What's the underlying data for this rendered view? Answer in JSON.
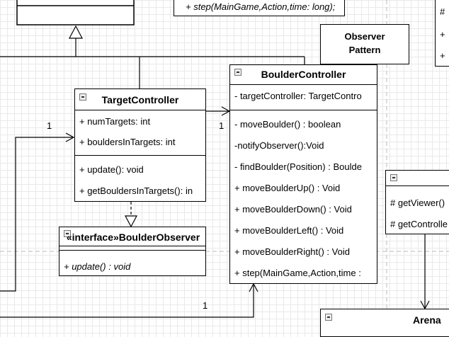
{
  "note_observer": {
    "line1": "Observer",
    "line2": "Pattern"
  },
  "top_operation": "+ step(MainGame,Action,time: long);",
  "right_top_items": [
    "#",
    "+",
    "+"
  ],
  "target_controller": {
    "title": "TargetController",
    "attributes": [
      "+ numTargets: int",
      "+ bouldersInTargets: int"
    ],
    "operations": [
      "+ update(): void",
      "+ getBouldersInTargets(): in"
    ]
  },
  "boulder_observer": {
    "title": "«interface»BoulderObserver",
    "operations": [
      "+ update() : void"
    ]
  },
  "boulder_controller": {
    "title": "BoulderController",
    "attributes": [
      "- targetController: TargetContro"
    ],
    "operations": [
      "- moveBoulder() : boolean",
      "-notifyObserver():Void",
      "- findBoulder(Position) : Boulde",
      "+ moveBoulderUp() : Void",
      "+ moveBoulderDown() : Void",
      "+ moveBoulderLeft() : Void",
      "+ moveBoulderRight() : Void",
      "+ step(MainGame,Action,time :"
    ]
  },
  "right_class": {
    "operations": [
      "# getViewer()",
      "# getControlle"
    ]
  },
  "arena": {
    "title": "Arena"
  },
  "multiplicities": {
    "tc_in": "1",
    "bc_in": "1",
    "bottom": "1"
  }
}
